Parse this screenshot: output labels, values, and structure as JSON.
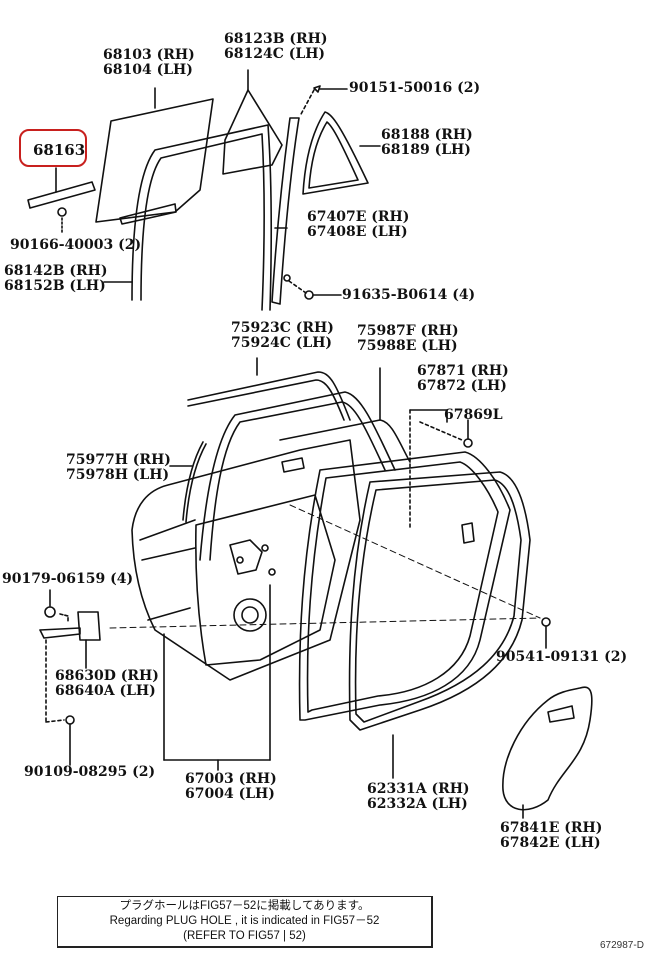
{
  "diagram": {
    "type": "exploded parts diagram",
    "subject": "Rear door panel, glass and weatherstrip",
    "highlight": {
      "part_number": "68163",
      "outline_color": "#c8201e"
    },
    "labels": [
      {
        "id": "l68103",
        "rh": "68103 (RH)",
        "lh": "68104 (LH)"
      },
      {
        "id": "l68123",
        "rh": "68123B (RH)",
        "lh": "68124C (LH)"
      },
      {
        "id": "l90151",
        "text": "90151-50016 (2)"
      },
      {
        "id": "l68188",
        "rh": "68188 (RH)",
        "lh": "68189 (LH)"
      },
      {
        "id": "l90166",
        "text": "90166-40003 (2)"
      },
      {
        "id": "l67407",
        "rh": "67407E (RH)",
        "lh": "67408E (LH)"
      },
      {
        "id": "l68142",
        "rh": "68142B (RH)",
        "lh": "68152B (LH)"
      },
      {
        "id": "l91635",
        "text": "91635-B0614 (4)"
      },
      {
        "id": "l75923",
        "rh": "75923C (RH)",
        "lh": "75924C (LH)"
      },
      {
        "id": "l75987",
        "rh": "75987F (RH)",
        "lh": "75988E (LH)"
      },
      {
        "id": "l67871",
        "rh": "67871 (RH)",
        "lh": "67872 (LH)"
      },
      {
        "id": "l67869",
        "text": "67869L"
      },
      {
        "id": "l75977",
        "rh": "75977H (RH)",
        "lh": "75978H (LH)"
      },
      {
        "id": "l90179",
        "text": "90179-06159 (4)"
      },
      {
        "id": "l68630",
        "rh": "68630D (RH)",
        "lh": "68640A (LH)"
      },
      {
        "id": "l90541",
        "text": "90541-09131 (2)"
      },
      {
        "id": "l90109",
        "text": "90109-08295 (2)"
      },
      {
        "id": "l67003",
        "rh": "67003 (RH)",
        "lh": "67004 (LH)"
      },
      {
        "id": "l62331",
        "rh": "62331A (RH)",
        "lh": "62332A (LH)"
      },
      {
        "id": "l67841",
        "rh": "67841E (RH)",
        "lh": "67842E (LH)"
      }
    ],
    "note": {
      "line_jp": "プラグホールはFIG57－52に掲載してあります。",
      "line_en": "Regarding PLUG HOLE , it is indicated in FIG57－52",
      "line_ref": "(REFER TO FIG57 | 52)"
    },
    "figure_id": "672987-D"
  }
}
